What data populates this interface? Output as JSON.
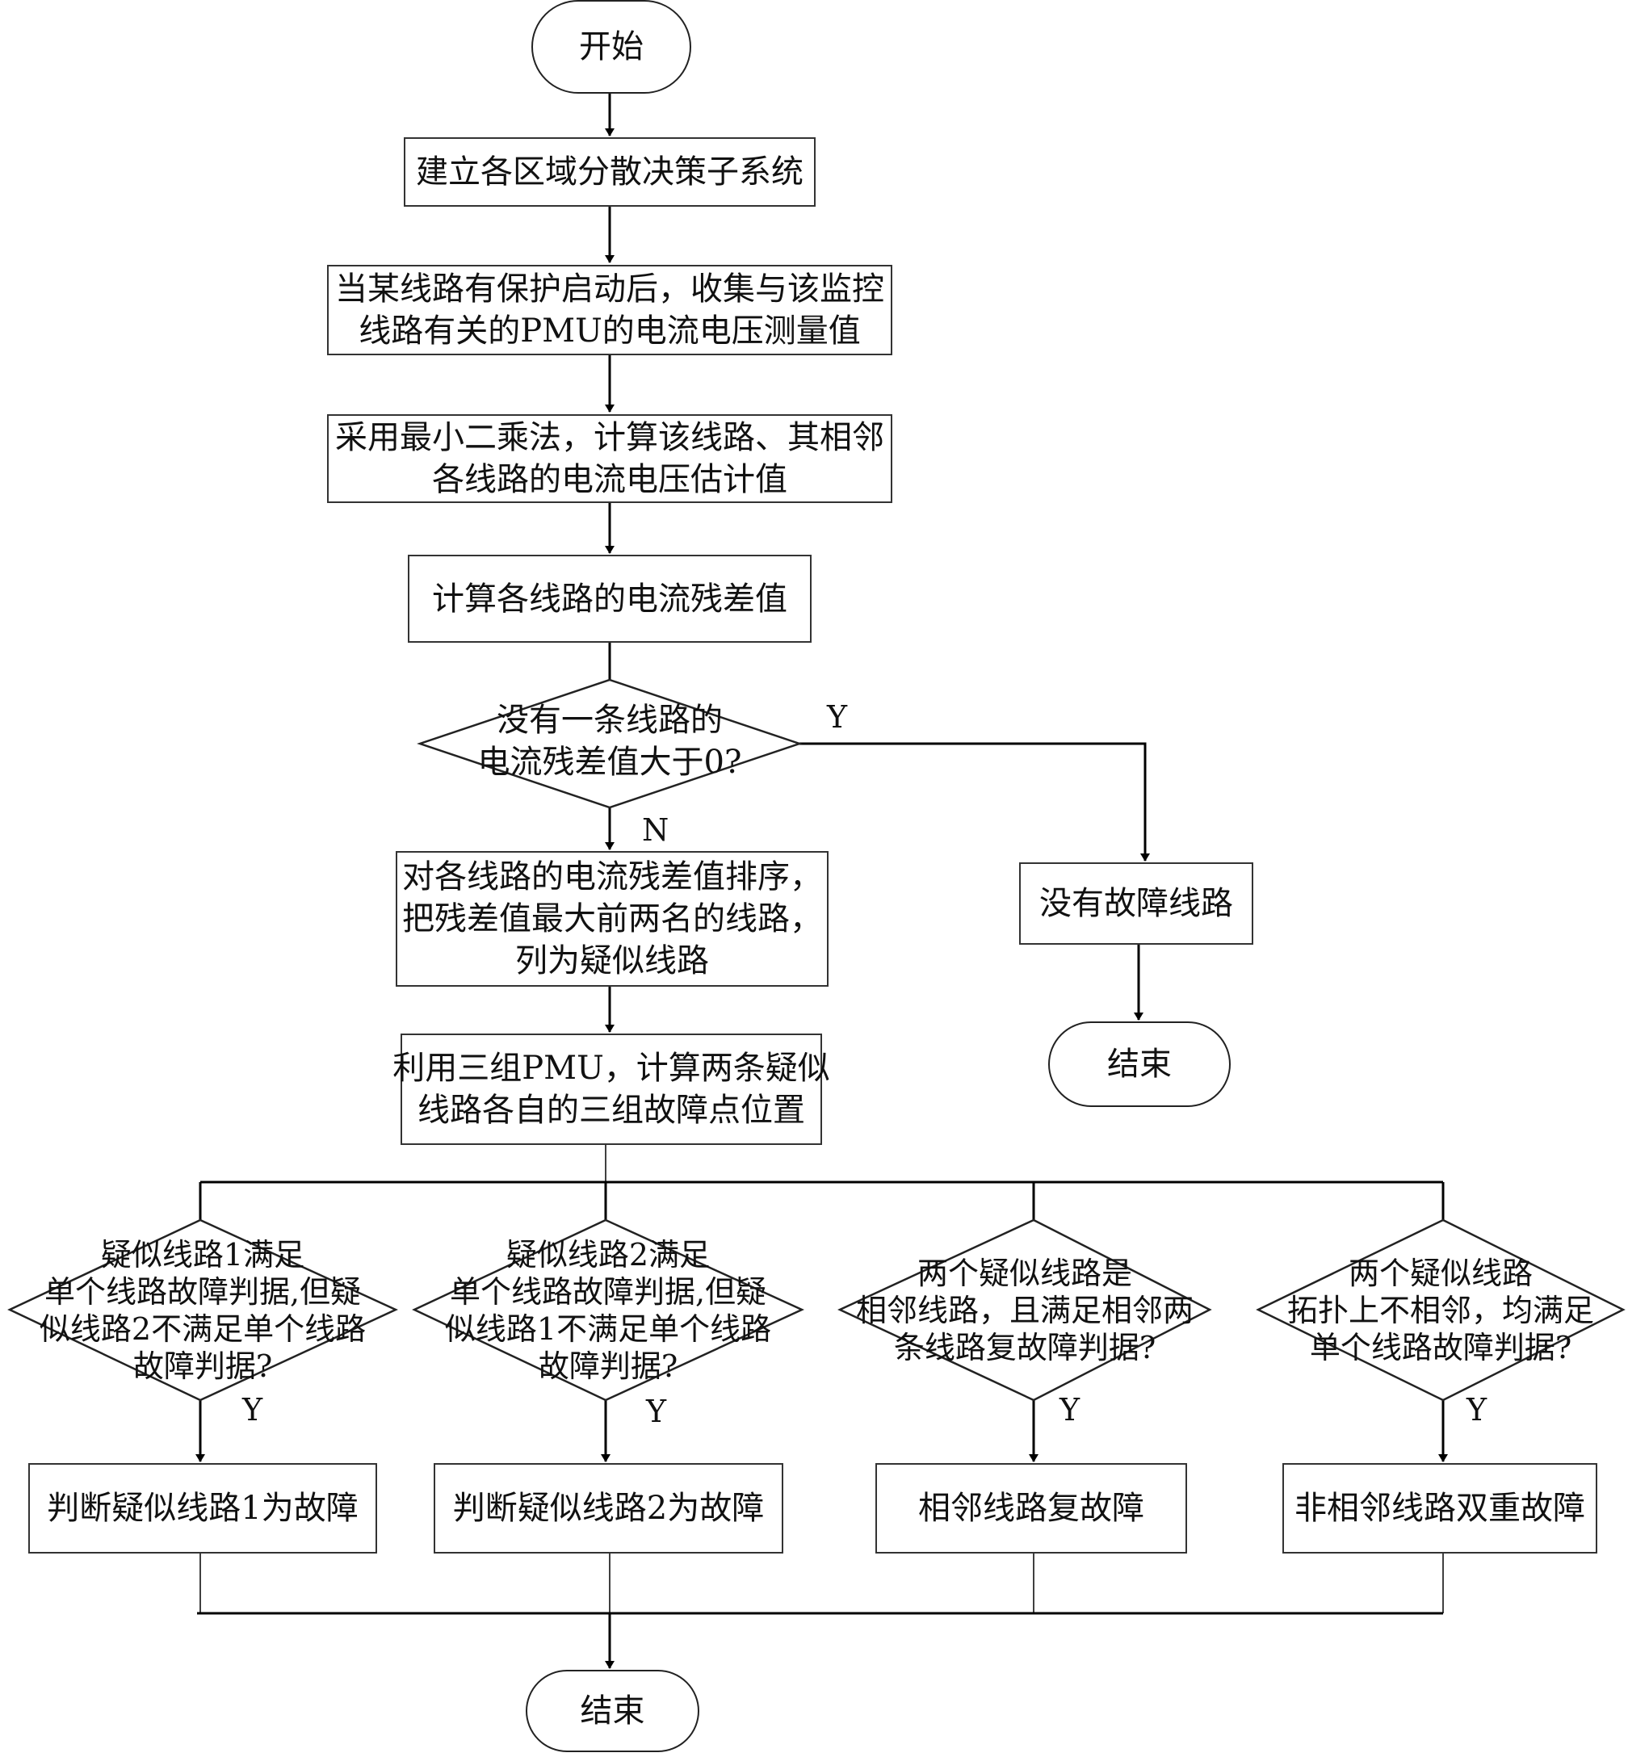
{
  "nodes": {
    "start": "开始",
    "s1": "建立各区域分散决策子系统",
    "s2_l1": "当某线路有保护启动后，收集与该监控",
    "s2_l2": "线路有关的PMU的电流电压测量值",
    "s3_l1": "采用最小二乘法，计算该线路、其相邻",
    "s3_l2": "各线路的电流电压估计值",
    "s4": "计算各线路的电流残差值",
    "d1_l1": "没有一条线路的",
    "d1_l2": "电流残差值大于0?",
    "no_fault": "没有故障线路",
    "end_right": "结束",
    "s5_l1": "对各线路的电流残差值排序，",
    "s5_l2": "把残差值最大前两名的线路，",
    "s5_l3": "列为疑似线路",
    "s6_l1": "利用三组PMU，计算两条疑似",
    "s6_l2": "线路各自的三组故障点位置",
    "c1_l1": "疑似线路1满足",
    "c1_l2": "单个线路故障判据,但疑",
    "c1_l3": "似线路2不满足单个线路",
    "c1_l4": "故障判据?",
    "c2_l1": "疑似线路2满足",
    "c2_l2": "单个线路故障判据,但疑",
    "c2_l3": "似线路1不满足单个线路",
    "c2_l4": "故障判据?",
    "c3_l1": "两个疑似线路是",
    "c3_l2": "相邻线路，且满足相邻两",
    "c3_l3": "条线路复故障判据?",
    "c4_l1": "两个疑似线路",
    "c4_l2": "拓扑上不相邻，均满足",
    "c4_l3": "单个线路故障判据?",
    "r1": "判断疑似线路1为故障",
    "r2": "判断疑似线路2为故障",
    "r3": "相邻线路复故障",
    "r4": "非相邻线路双重故障",
    "end_bottom": "结束"
  },
  "labels": {
    "d1_yes": "Y",
    "d1_no": "N",
    "c1_yes": "Y",
    "c2_yes": "Y",
    "c3_yes": "Y",
    "c4_yes": "Y"
  }
}
